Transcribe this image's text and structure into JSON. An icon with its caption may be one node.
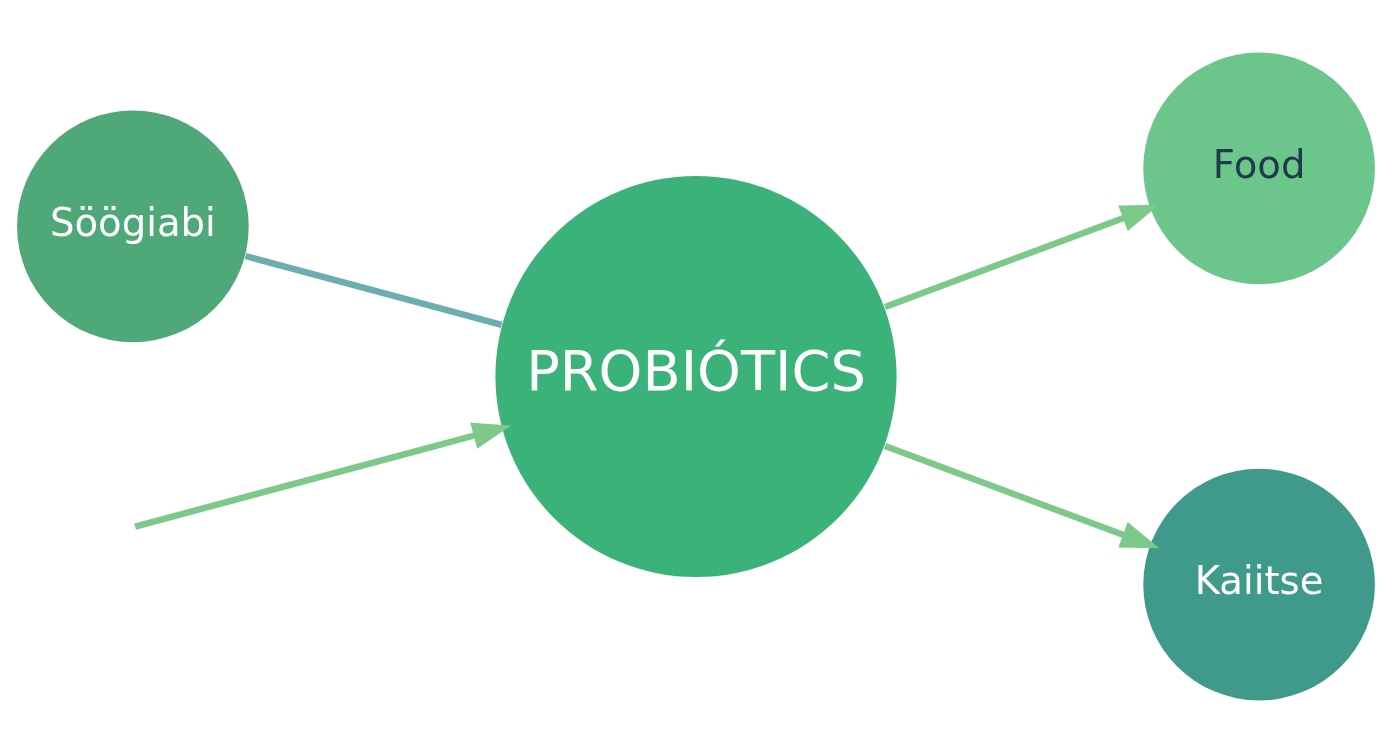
{
  "diagram": {
    "nodes": [
      {
        "text": [
          "PROBIÓTICS"
        ]
      },
      {
        "text": [
          "Food"
        ]
      },
      {
        "text": [
          "Söögiabi"
        ]
      },
      {
        "text": [
          "Kaiitse"
        ]
      }
    ],
    "edges": [
      {
        "from": null,
        "to": 0,
        "arrow": "to"
      },
      {
        "from": 2,
        "to": 0,
        "arrow": "none",
        "color": "#6aaeb0"
      },
      {
        "from": 0,
        "to": 1,
        "arrow": "to"
      },
      {
        "from": 0,
        "to": 3,
        "arrow": "to"
      }
    ]
  }
}
